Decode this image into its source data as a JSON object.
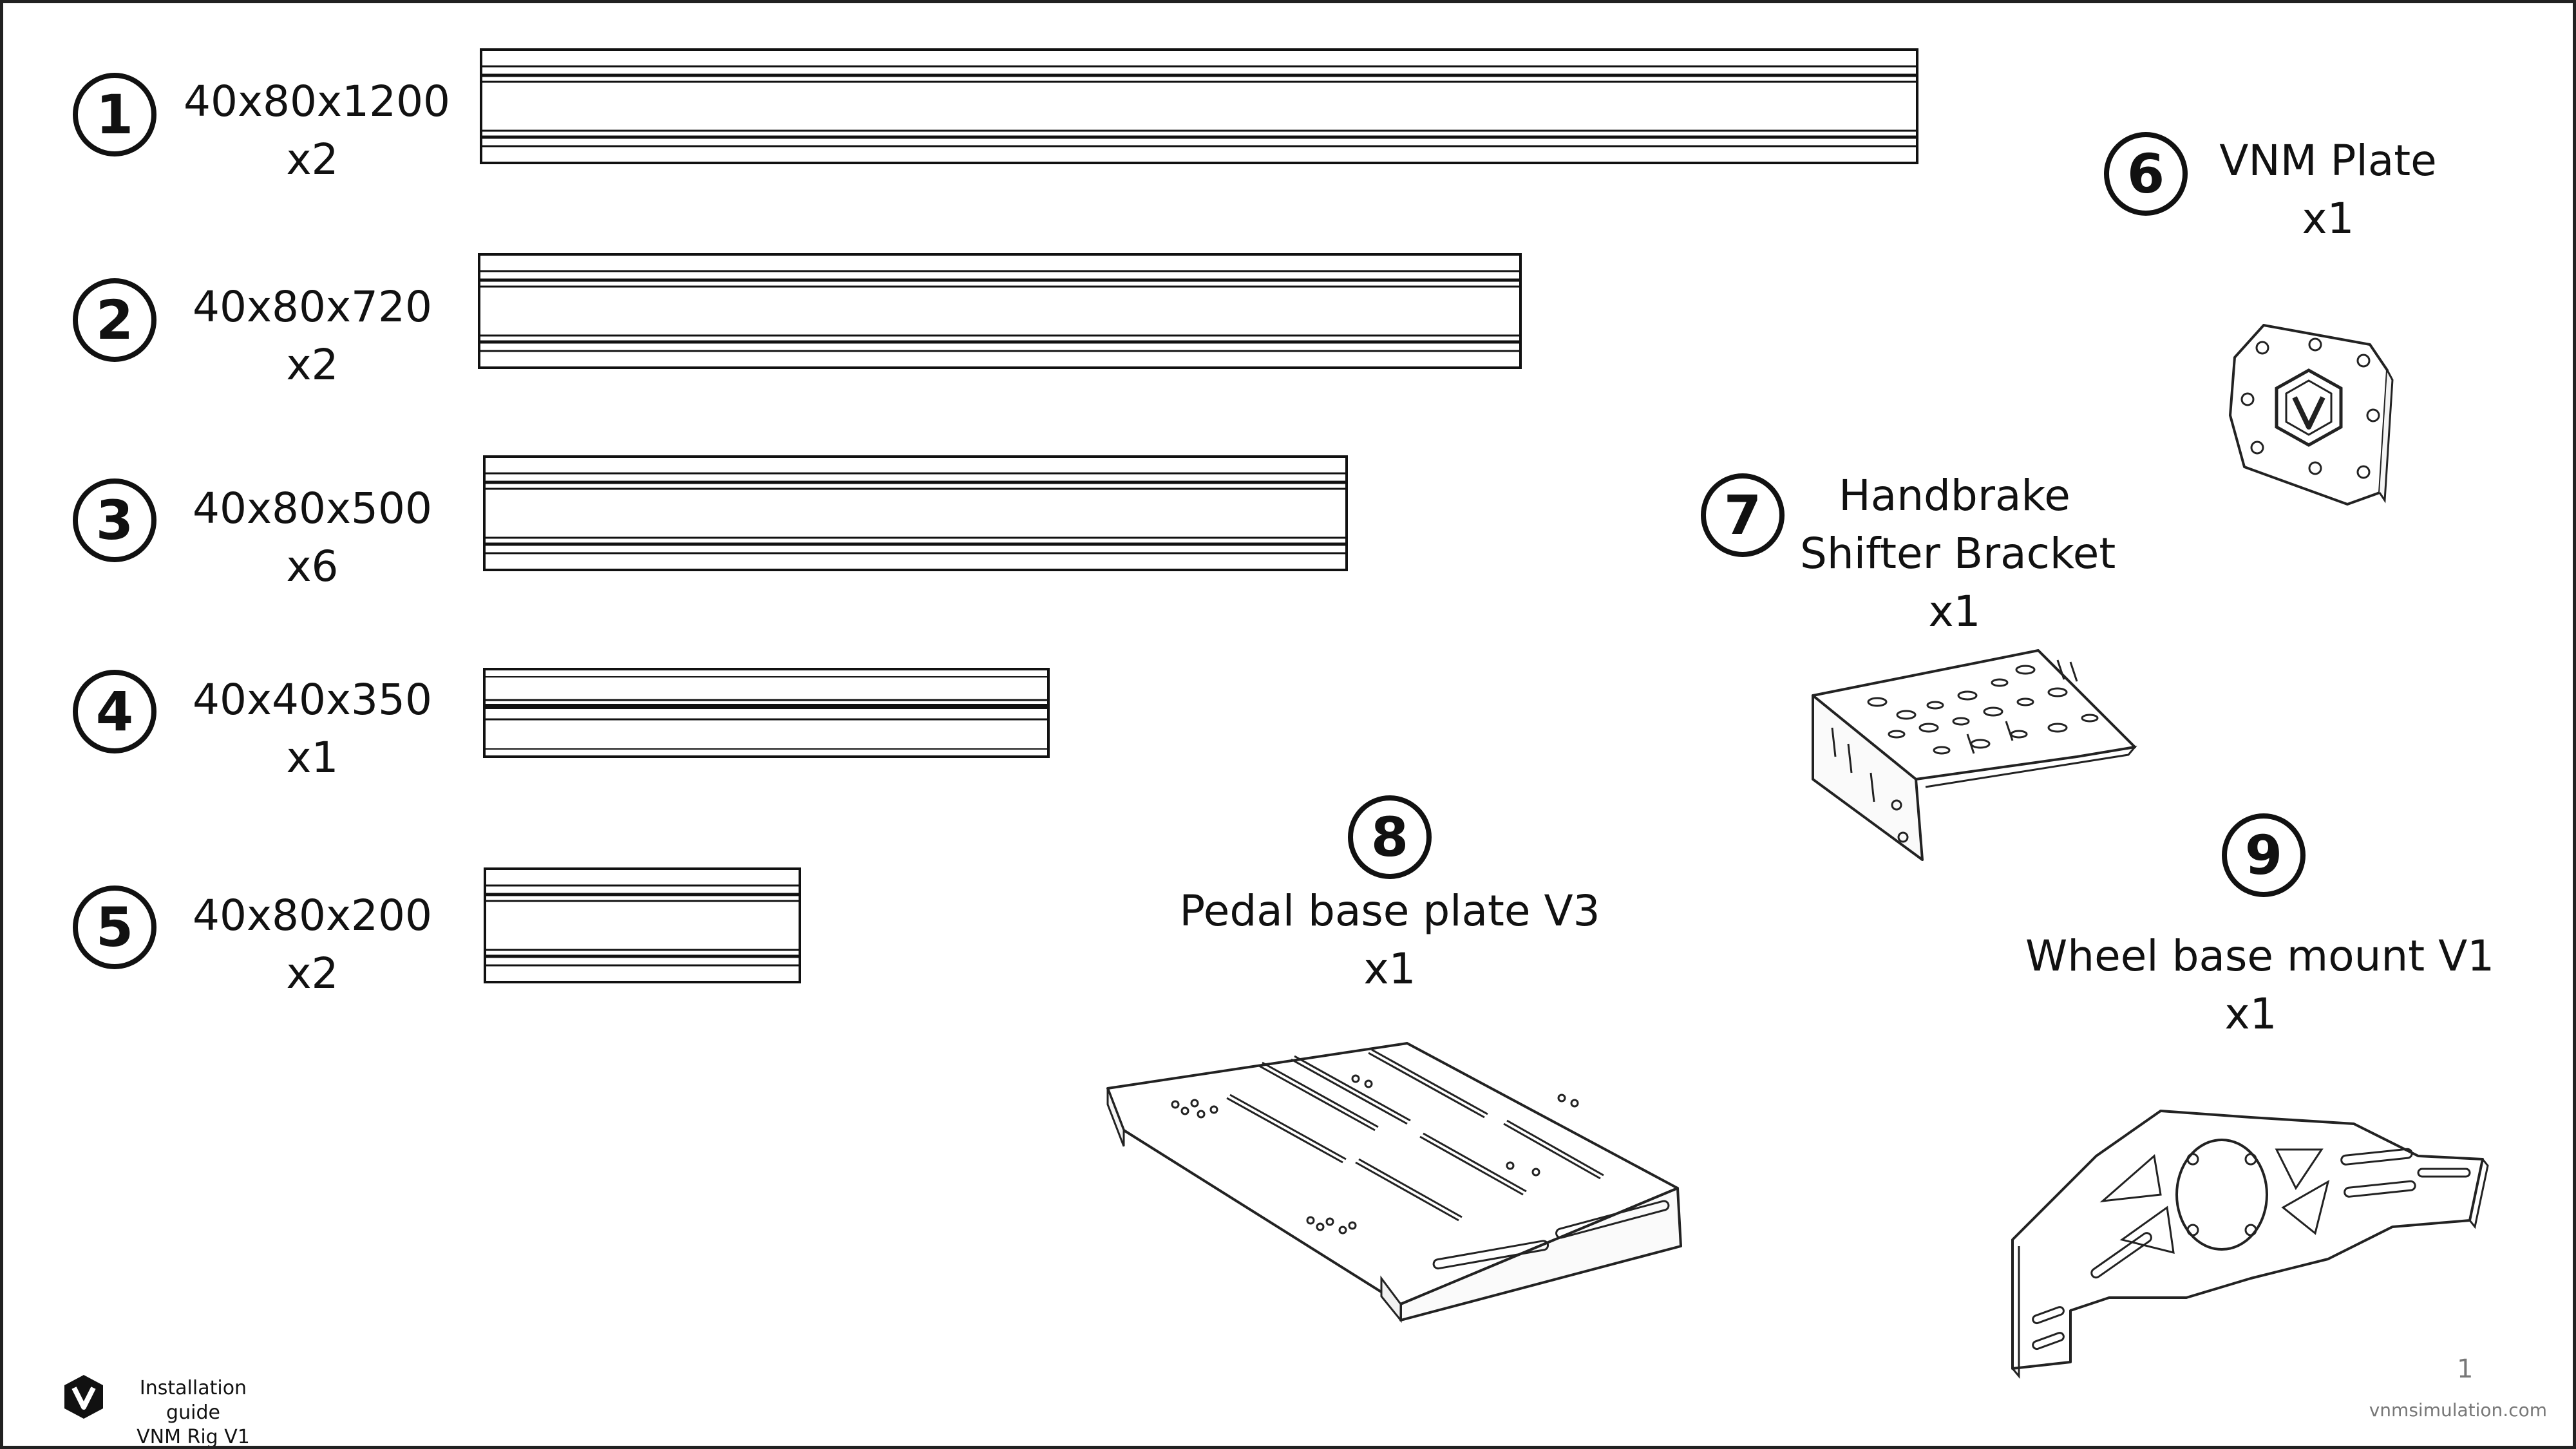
{
  "profiles": [
    {
      "number": "1",
      "size": "40x80x1200",
      "qty": "x2"
    },
    {
      "number": "2",
      "size": "40x80x720",
      "qty": "x2"
    },
    {
      "number": "3",
      "size": "40x80x500",
      "qty": "x6"
    },
    {
      "number": "4",
      "size": "40x40x350",
      "qty": "x1"
    },
    {
      "number": "5",
      "size": "40x80x200",
      "qty": "x2"
    }
  ],
  "parts": {
    "vnm_plate": {
      "number": "6",
      "name": "VNM Plate",
      "qty": "x1"
    },
    "handbrake_bracket": {
      "number": "7",
      "name_line1": "Handbrake",
      "name_line2": "Shifter Bracket",
      "qty": "x1"
    },
    "pedal_plate": {
      "number": "8",
      "name": "Pedal base plate V3",
      "qty": "x1"
    },
    "wheel_mount": {
      "number": "9",
      "name": "Wheel base mount V1",
      "qty": "x1"
    }
  },
  "footer": {
    "title_line1": "Installation guide",
    "title_line2": "VNM Rig V1",
    "page_number": "1",
    "website": "vnmsimulation.com"
  },
  "icons": {
    "logo": "vnm-logo-icon"
  }
}
